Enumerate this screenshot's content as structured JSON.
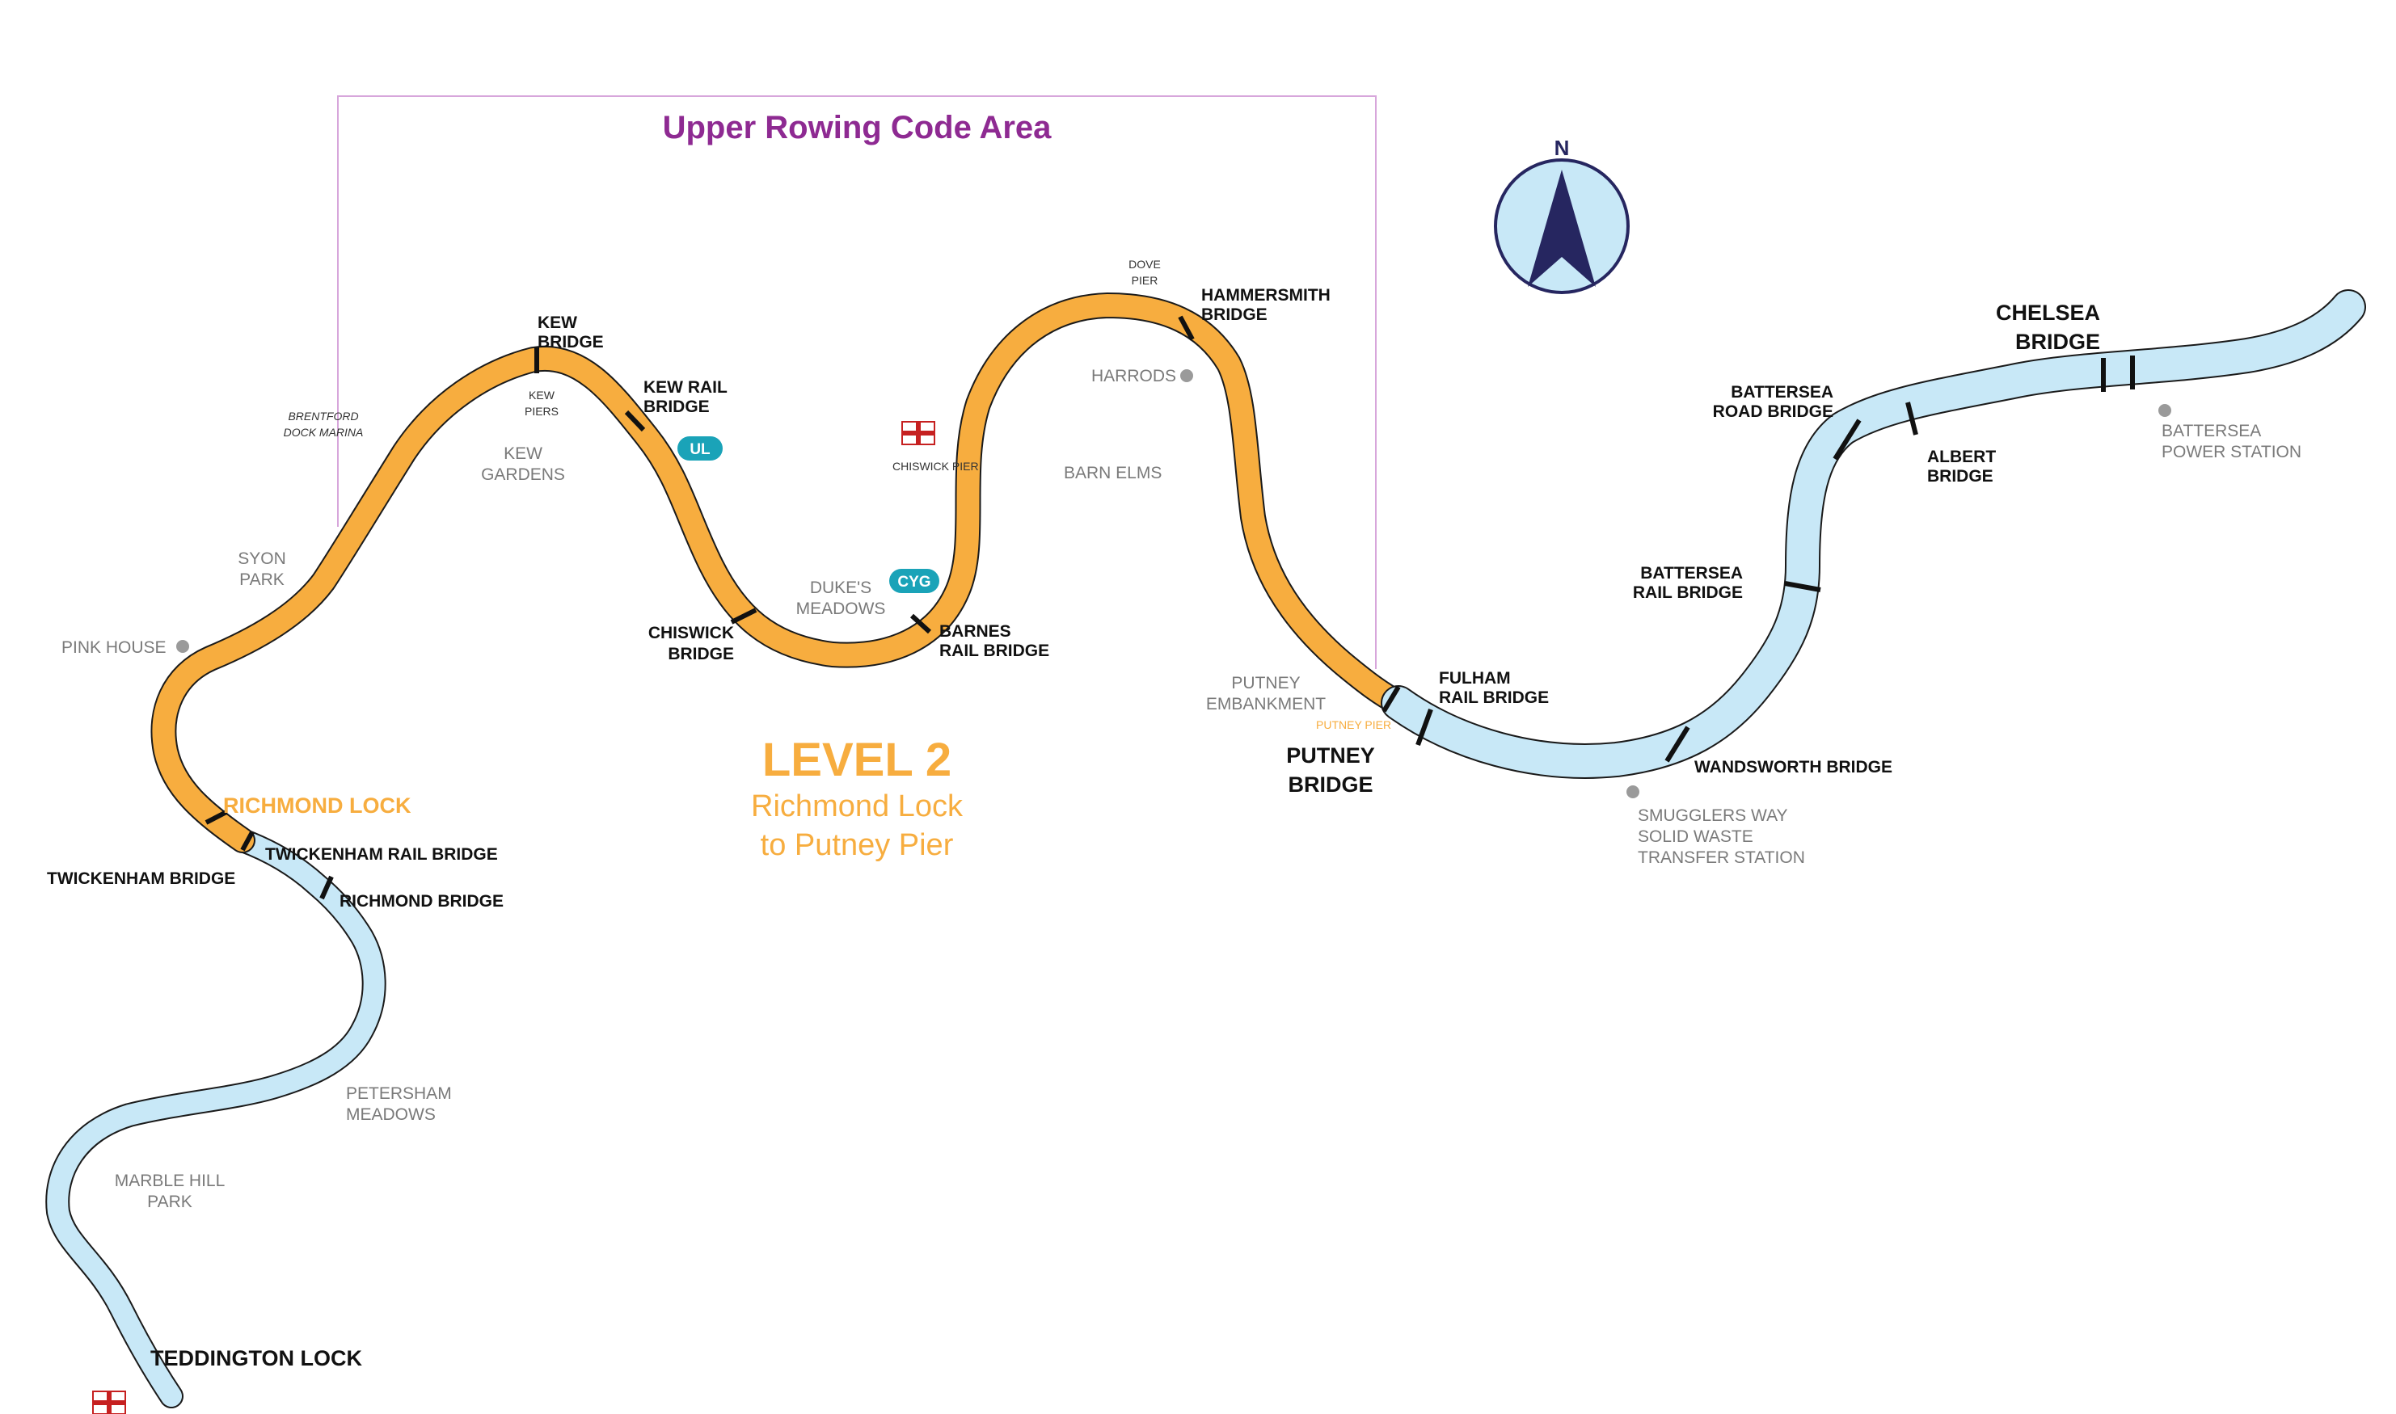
{
  "area_box": {
    "title": "Upper Rowing Code Area"
  },
  "level": {
    "title": "LEVEL 2",
    "line1": "Richmond Lock",
    "line2": "to Putney Pier"
  },
  "compass": {
    "label": "N"
  },
  "colors": {
    "level_water": "#f7ad3f",
    "other_water": "#c8e8f7",
    "area_title": "#8e2a92",
    "badge": "#1aa3b8",
    "compass_needle": "#262660"
  },
  "badges": {
    "ul": "UL",
    "cyg": "CYG"
  },
  "bridges": {
    "kew": [
      "KEW",
      "BRIDGE"
    ],
    "kew_rail": [
      "KEW RAIL",
      "BRIDGE"
    ],
    "hammersmith": [
      "HAMMERSMITH",
      "BRIDGE"
    ],
    "chiswick": [
      "CHISWICK",
      "BRIDGE"
    ],
    "barnes": [
      "BARNES",
      "RAIL BRIDGE"
    ],
    "putney": [
      "PUTNEY",
      "BRIDGE"
    ],
    "fulham": [
      "FULHAM",
      "RAIL BRIDGE"
    ],
    "wandsworth": "WANDSWORTH BRIDGE",
    "battersea_rail": [
      "BATTERSEA",
      "RAIL BRIDGE"
    ],
    "battersea_road": [
      "BATTERSEA",
      "ROAD BRIDGE"
    ],
    "albert": [
      "ALBERT",
      "BRIDGE"
    ],
    "chelsea": [
      "CHELSEA",
      "BRIDGE"
    ],
    "twickenham_rail": "TWICKENHAM RAIL BRIDGE",
    "twickenham": "TWICKENHAM BRIDGE",
    "richmond": "RICHMOND BRIDGE"
  },
  "locks": {
    "richmond": "RICHMOND LOCK",
    "teddington": "TEDDINGTON LOCK"
  },
  "places": {
    "kew_gardens": [
      "KEW",
      "GARDENS"
    ],
    "syon_park": [
      "SYON",
      "PARK"
    ],
    "pink_house": "PINK HOUSE",
    "harrods": "HARRODS",
    "barn_elms": "BARN ELMS",
    "dukes_meadows": [
      "DUKE'S",
      "MEADOWS"
    ],
    "putney_embankment": [
      "PUTNEY",
      "EMBANKMENT"
    ],
    "smugglers_way": [
      "SMUGGLERS WAY",
      "SOLID WASTE",
      "TRANSFER STATION"
    ],
    "battersea_power": [
      "BATTERSEA",
      "POWER STATION"
    ],
    "petersham": [
      "PETERSHAM",
      "MEADOWS"
    ],
    "marble_hill": [
      "MARBLE HILL",
      "PARK"
    ]
  },
  "piers": {
    "kew_piers": [
      "KEW",
      "PIERS"
    ],
    "dove_pier": [
      "DOVE",
      "PIER"
    ],
    "chiswick_pier": "CHISWICK PIER",
    "putney_pier": "PUTNEY PIER",
    "brentford": [
      "BRENTFORD",
      "DOCK MARINA"
    ]
  }
}
